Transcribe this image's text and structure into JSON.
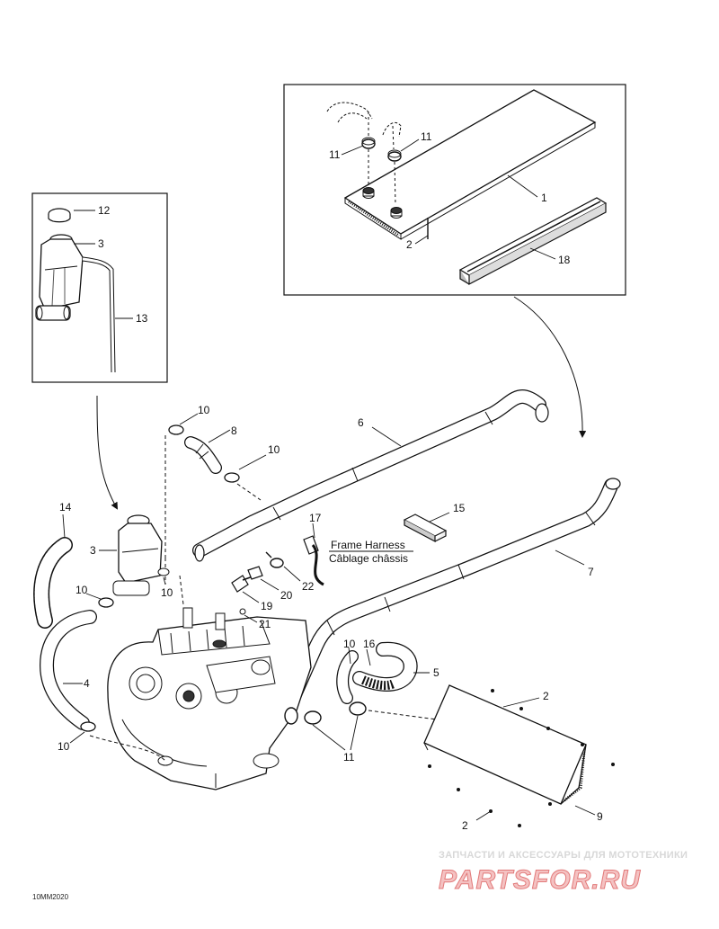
{
  "callouts": {
    "c1": "1",
    "c2": "2",
    "c3": "3",
    "c4": "4",
    "c5": "5",
    "c6": "6",
    "c7": "7",
    "c8": "8",
    "c9": "9",
    "c10": "10",
    "c11": "11",
    "c12": "12",
    "c13": "13",
    "c14": "14",
    "c15": "15",
    "c16": "16",
    "c17": "17",
    "c18": "18",
    "c19": "19",
    "c20": "20",
    "c21": "21",
    "c22": "22"
  },
  "labels": {
    "frame_harness_en": "Frame Harness",
    "frame_harness_fr": "Câblage châssis",
    "drawing_code": "10MM2020"
  },
  "watermark": {
    "line1": "ЗАПЧАСТИ И АКСЕССУАРЫ ДЛЯ МОТОТЕХНИКИ",
    "line2": "PARTSFOR.RU"
  },
  "colors": {
    "ink": "#111111",
    "watermark_fill": "#f4c2c2",
    "watermark_stroke": "#e27a7a"
  }
}
